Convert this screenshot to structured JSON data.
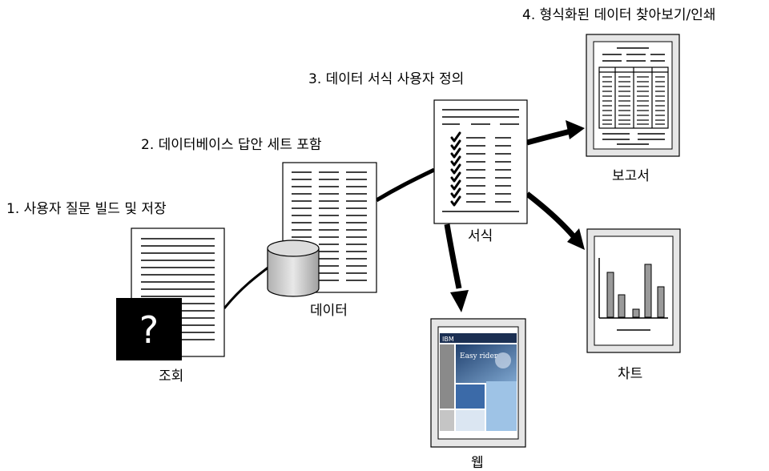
{
  "steps": {
    "s1": "1. 사용자 질문 빌드 및 저장",
    "s2": "2. 데이터베이스 답안 세트 포함",
    "s3": "3. 데이터 서식 사용자 정의",
    "s4": "4. 형식화된 데이터 찾아보기/인쇄"
  },
  "labels": {
    "query": "조회",
    "data": "데이터",
    "format": "서식",
    "report": "보고서",
    "chart": "차트",
    "web": "웹"
  },
  "query_icon_glyph": "?",
  "web_preview": {
    "logo": "IBM",
    "headline": "Easy rider"
  },
  "icons": {
    "query_doc": "document-icon",
    "question": "question-icon",
    "database": "database-icon",
    "answer_doc": "table-document-icon",
    "format_doc": "checklist-document-icon",
    "report_doc": "report-icon",
    "chart_doc": "bar-chart-icon",
    "web_doc": "web-page-icon"
  },
  "colors": {
    "line": "#000000",
    "panel_fill": "#e6e6e6",
    "db_fill": "#c8c8c8",
    "web_blue": "#2e5f9c"
  }
}
